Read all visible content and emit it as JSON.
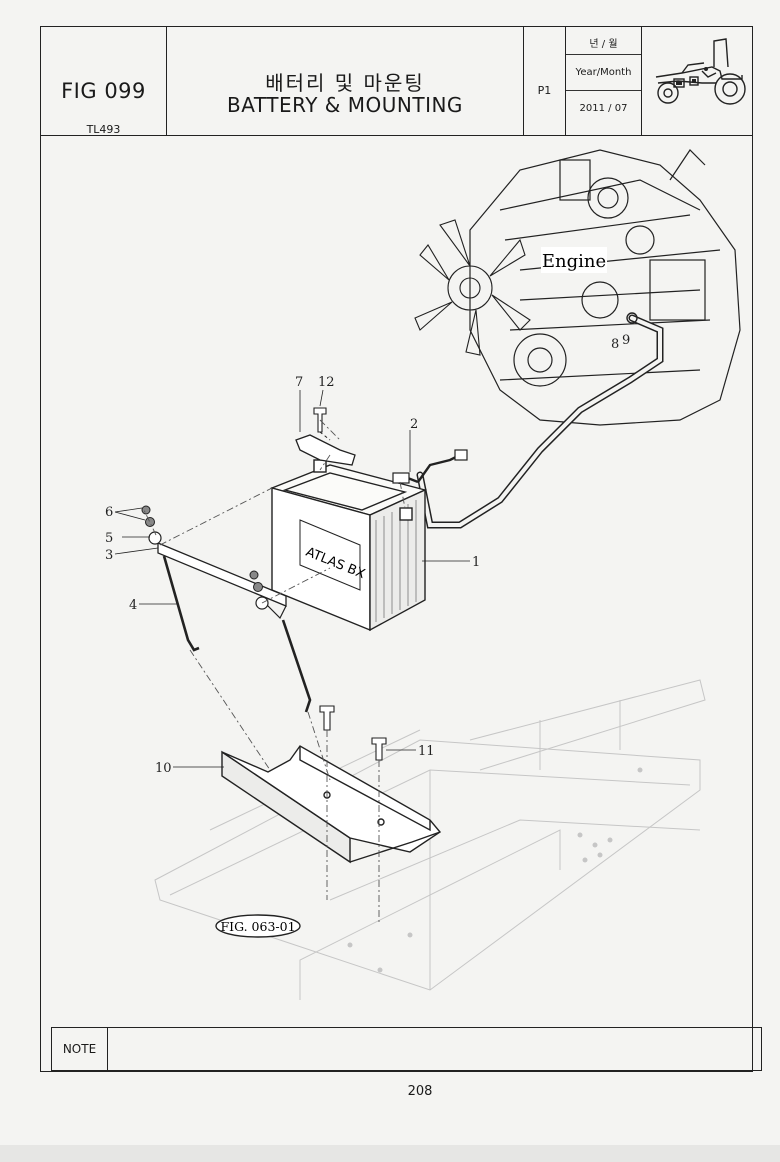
{
  "header": {
    "fig_no": "FIG 099",
    "model": "TL493",
    "title_ko": "배터리 및 마운팅",
    "title_en": "BATTERY & MOUNTING",
    "page_code": "P1",
    "date_label_ko": "년 / 월",
    "date_label_en": "Year/Month",
    "date_value": "2011 / 07"
  },
  "diagram": {
    "engine_label": "Engine",
    "battery_brand": "ATLAS BX",
    "ref_label": "FIG. 063-01",
    "callouts": [
      "1",
      "2",
      "3",
      "4",
      "5",
      "6",
      "7",
      "8",
      "9",
      "10",
      "11",
      "12"
    ]
  },
  "note": {
    "label": "NOTE"
  },
  "footer": {
    "page_number": "208"
  }
}
